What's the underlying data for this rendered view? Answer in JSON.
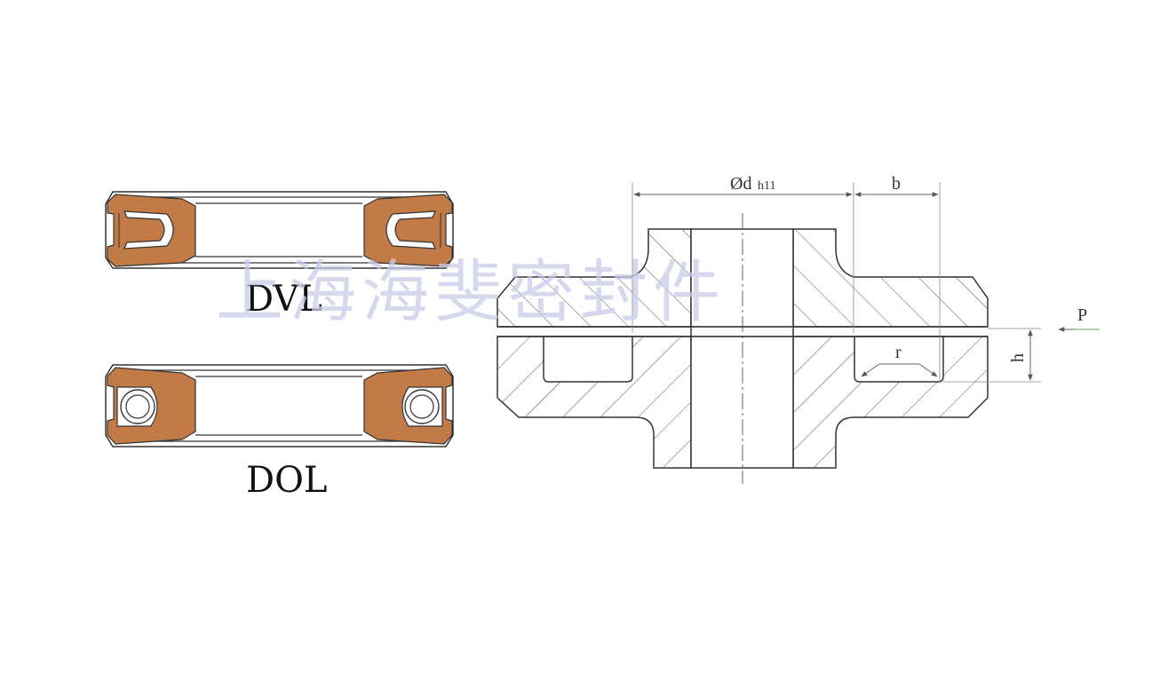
{
  "seals": [
    {
      "type": "DVL",
      "spring": "v-spring"
    },
    {
      "type": "DOL",
      "spring": "coil-spring"
    }
  ],
  "dimensions": {
    "diameter": "Ød",
    "tolerance": "h11",
    "width": "b",
    "height": "h",
    "radius": "r",
    "pressure": "P"
  },
  "watermark": "上海海斐密封件",
  "colors": {
    "seal_body": "#c27a46",
    "line": "#333333",
    "hatch": "#555555",
    "dim_line": "#666666"
  }
}
